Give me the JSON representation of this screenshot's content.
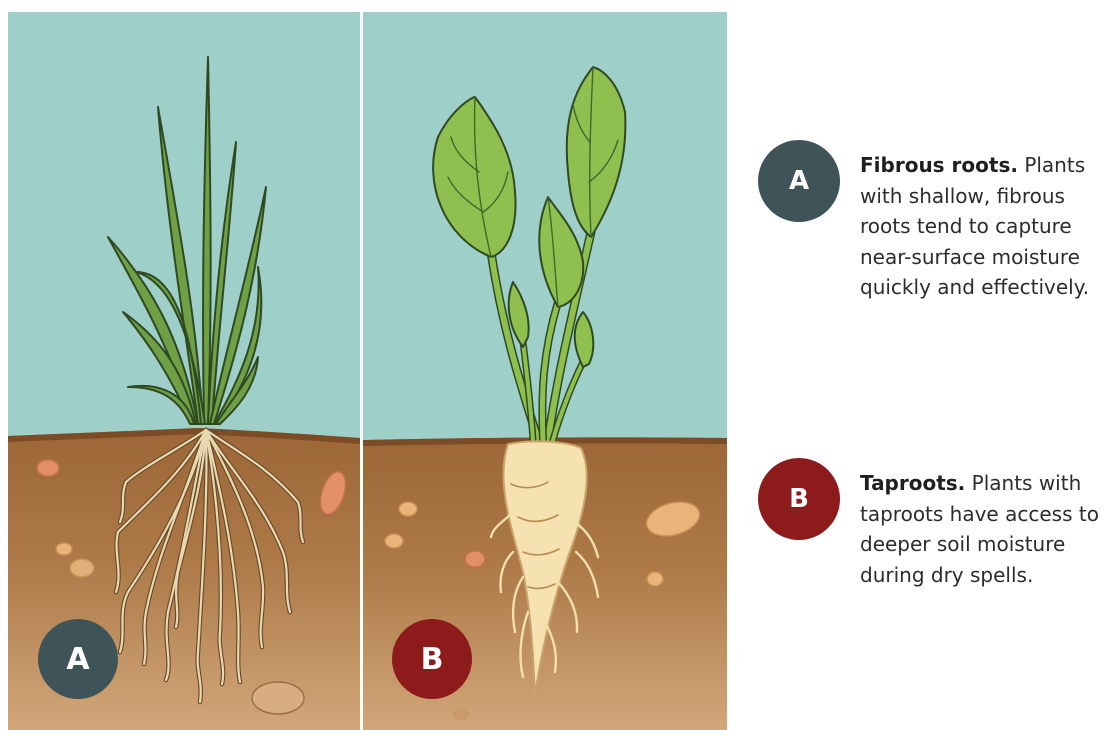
{
  "panels": {
    "a": {
      "badge": "A"
    },
    "b": {
      "badge": "B"
    }
  },
  "legend": {
    "a": {
      "badge": "A",
      "term": "Fibrous roots.",
      "description": "Plants with shallow, fibrous roots tend to capture near-surface moisture quickly and effectively."
    },
    "b": {
      "badge": "B",
      "term": "Taproots.",
      "description": "Plants with taproots have access to deeper soil moisture during dry spells."
    }
  },
  "colors": {
    "sky": "#9fcfc9",
    "soil": "#b07a4a",
    "badge_a": "#3f5458",
    "badge_b": "#8e1b1c",
    "root": "#e8d9b0",
    "leaf": "#8fc04f"
  },
  "icons": {
    "plant_a": "grass-plant-icon",
    "plant_b": "taproot-plant-icon"
  }
}
